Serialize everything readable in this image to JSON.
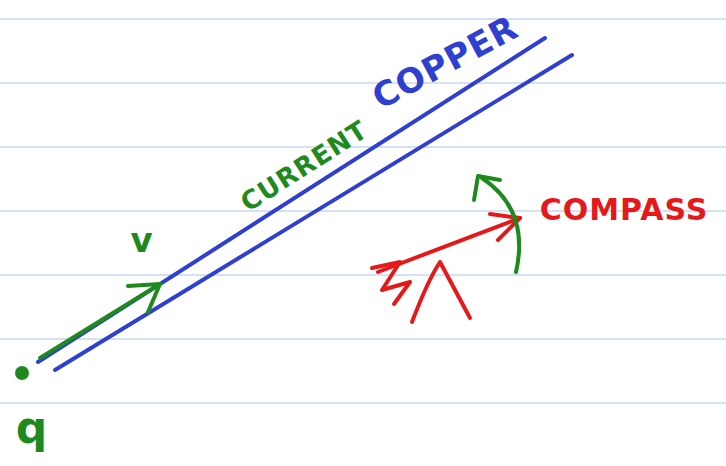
{
  "diagram": {
    "labels": [
      "COPPER",
      "CURRENT",
      "v",
      "q",
      "COMPASS"
    ]
  }
}
